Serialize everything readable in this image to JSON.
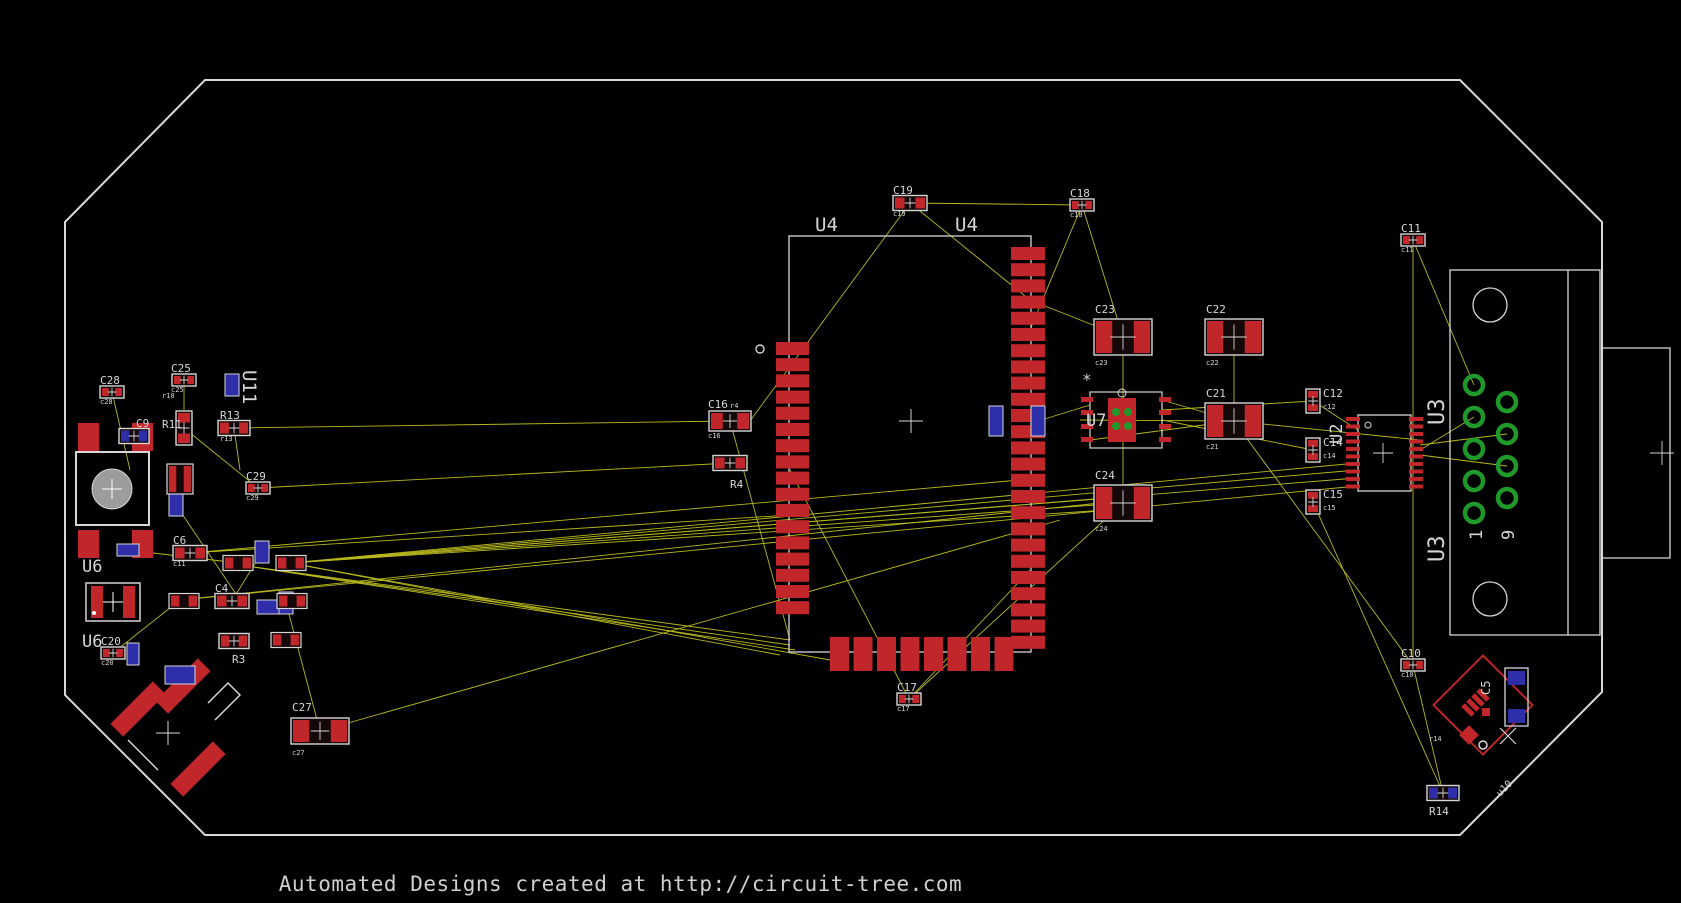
{
  "footer": "Automated Designs created at http://circuit-tree.com",
  "colors": {
    "background": "#000000",
    "outline": "#d9d9d9",
    "pad": "#c0262a",
    "pad_bottom": "#2e2ea8",
    "ratsnest": "#b8b81e",
    "silk": "#d6d6d6",
    "via": "#1f9a2a"
  },
  "parts": [
    {
      "ref": "C28",
      "small": "c28"
    },
    {
      "ref": "C25",
      "small": "c25"
    },
    {
      "ref": "U11"
    },
    {
      "ref": "R11",
      "small": "r10"
    },
    {
      "ref": "R13",
      "small": "r13"
    },
    {
      "ref": "C9"
    },
    {
      "ref": "U6"
    },
    {
      "ref": "C29",
      "small": "c29"
    },
    {
      "ref": "C6",
      "small": "c11"
    },
    {
      "ref": "C4"
    },
    {
      "ref": "R3"
    },
    {
      "ref": "C20",
      "small": "c20"
    },
    {
      "ref": "C27",
      "small": "c27"
    },
    {
      "ref": "C16",
      "small": "c16"
    },
    {
      "ref": "R4",
      "small": "r4"
    },
    {
      "ref": "C19",
      "small": "c19"
    },
    {
      "ref": "C18",
      "small": "c18"
    },
    {
      "ref": "U4"
    },
    {
      "ref": "C17",
      "small": "c17"
    },
    {
      "ref": "C23",
      "small": "c23"
    },
    {
      "ref": "C22",
      "small": "c22"
    },
    {
      "ref": "C21",
      "small": "c21"
    },
    {
      "ref": "C24",
      "small": "c24"
    },
    {
      "ref": "U7"
    },
    {
      "ref": "C12",
      "small": "c12"
    },
    {
      "ref": "C14",
      "small": "c14"
    },
    {
      "ref": "C15",
      "small": "c15"
    },
    {
      "ref": "U2"
    },
    {
      "ref": "C11",
      "small": "c11"
    },
    {
      "ref": "U3"
    },
    {
      "ref": "C10",
      "small": "c10"
    },
    {
      "ref": "R14",
      "small": "r14"
    },
    {
      "ref": "C5"
    },
    {
      "ref": "U10",
      "small": "u10"
    }
  ],
  "connector_pins": {
    "first": "1",
    "last": "9"
  }
}
